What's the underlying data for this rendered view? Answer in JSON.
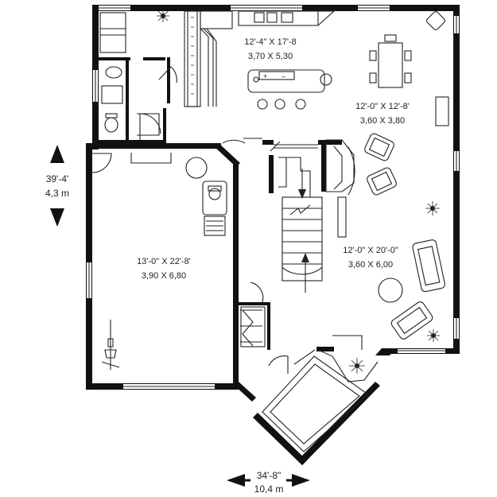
{
  "rooms": [
    {
      "id": "kitchen",
      "size_imperial": "12'-4\" X 17'-8",
      "size_metric": "3,70 X 5,30"
    },
    {
      "id": "dining",
      "size_imperial": "12'-0\" X 12'-8'",
      "size_metric": "3,60 X 3,80"
    },
    {
      "id": "living",
      "size_imperial": "12'-0\" X 20'-0\"",
      "size_metric": "3,60 X 6,00"
    },
    {
      "id": "garage",
      "size_imperial": "13'-0\" X 22'-8'",
      "size_metric": "3,90 X 6,80"
    }
  ],
  "dimensions": {
    "depth": {
      "imperial": "39'-4'",
      "metric": "4,3 m"
    },
    "width": {
      "imperial": "34'-8\"",
      "metric": "10,4 m"
    }
  }
}
